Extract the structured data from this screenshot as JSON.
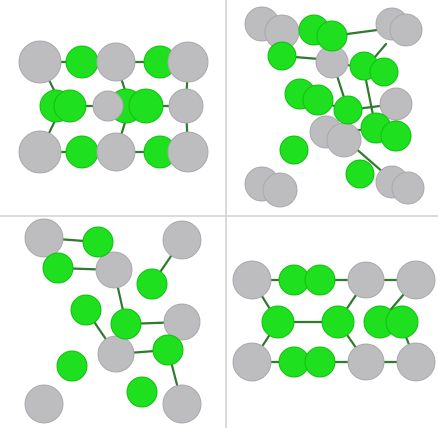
{
  "figure": {
    "panels": [
      {
        "id": "top-left",
        "atom_colors": {
          "metal": "#bdbdc0",
          "ligand": "#1ee01e"
        }
      },
      {
        "id": "top-right",
        "atom_colors": {
          "metal": "#bdbdc0",
          "ligand": "#1ee01e"
        }
      },
      {
        "id": "bottom-left",
        "atom_colors": {
          "metal": "#bdbdc0",
          "ligand": "#1ee01e"
        }
      },
      {
        "id": "bottom-right",
        "atom_colors": {
          "metal": "#bdbdc0",
          "ligand": "#1ee01e"
        }
      }
    ]
  }
}
